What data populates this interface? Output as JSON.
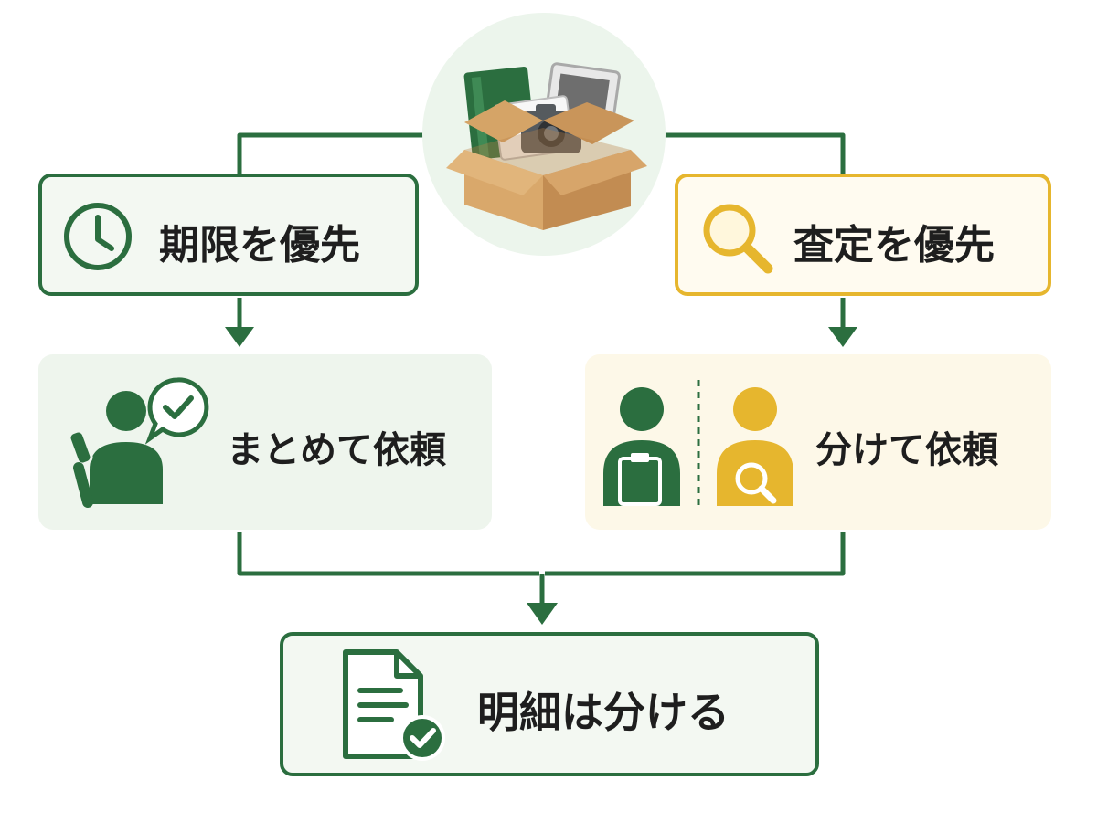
{
  "diagram": {
    "center_icon": "cardboard-box-with-items-icon",
    "branches": [
      {
        "key": "deadline",
        "label": "期限を優先",
        "icon": "clock-icon",
        "color": "#2b6e3f"
      },
      {
        "key": "appraisal",
        "label": "査定を優先",
        "icon": "magnifier-icon",
        "color": "#e6b62e"
      }
    ],
    "outcomes": [
      {
        "key": "together",
        "label": "まとめて依頼",
        "icon": "person-phone-chat-check-icon"
      },
      {
        "key": "separate",
        "label": "分けて依頼",
        "icon": "two-persons-clipboard-magnifier-icon"
      }
    ],
    "result": {
      "label": "明細は分ける",
      "icon": "document-check-icon"
    },
    "colors": {
      "green": "#2b6e3f",
      "yellow": "#e6b62e",
      "green_bg": "#eef5ed",
      "yellow_bg": "#fdf8e8"
    }
  }
}
